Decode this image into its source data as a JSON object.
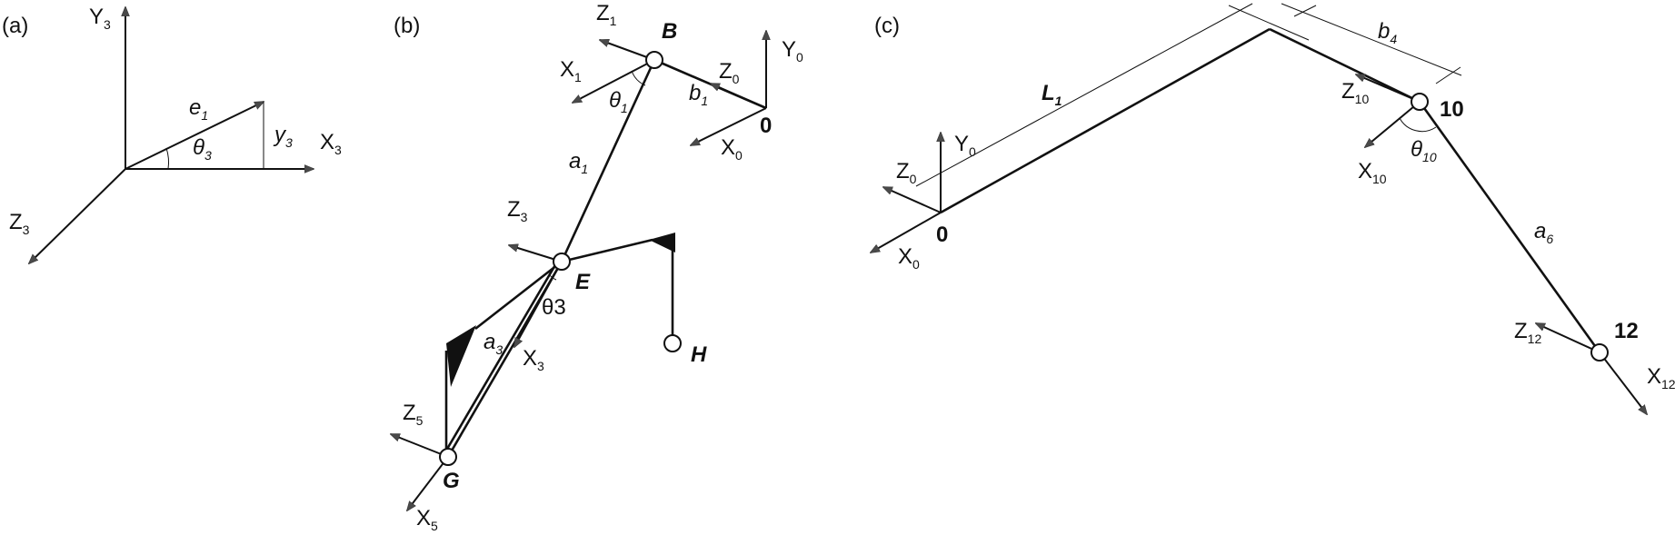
{
  "panels": {
    "a": {
      "tag": "(a)",
      "labels": {
        "Y3": {
          "main": "Y",
          "sub": "3"
        },
        "X3": {
          "main": "X",
          "sub": "3"
        },
        "Z3": {
          "main": "Z",
          "sub": "3"
        },
        "e1": {
          "main": "e",
          "sub": "1"
        },
        "y3": {
          "main": "y",
          "sub": "3"
        },
        "theta3": {
          "main": "θ",
          "sub": "3"
        }
      }
    },
    "b": {
      "tag": "(b)",
      "points": {
        "B": "B",
        "E": "E",
        "G": "G",
        "H": "H",
        "O": "0"
      },
      "labels": {
        "Z1": {
          "main": "Z",
          "sub": "1"
        },
        "X1": {
          "main": "X",
          "sub": "1"
        },
        "theta1": {
          "main": "θ",
          "sub": "1"
        },
        "Z0": {
          "main": "Z",
          "sub": "0"
        },
        "Y0": {
          "main": "Y",
          "sub": "0"
        },
        "b1": {
          "main": "b",
          "sub": "1"
        },
        "X0": {
          "main": "X",
          "sub": "0"
        },
        "a1": {
          "main": "a",
          "sub": "1"
        },
        "Z3": {
          "main": "Z",
          "sub": "3"
        },
        "theta3": "θ3",
        "a3": {
          "main": "a",
          "sub": "3"
        },
        "X3": {
          "main": "X",
          "sub": "3"
        },
        "Z5": {
          "main": "Z",
          "sub": "5"
        },
        "X5": {
          "main": "X",
          "sub": "5"
        }
      }
    },
    "c": {
      "tag": "(c)",
      "points": {
        "O": "0",
        "J10": "10",
        "J12": "12"
      },
      "labels": {
        "L1": {
          "main": "L",
          "sub": "1"
        },
        "b4": {
          "main": "b",
          "sub": "4"
        },
        "Z10": {
          "main": "Z",
          "sub": "10"
        },
        "X10": {
          "main": "X",
          "sub": "10"
        },
        "theta10": {
          "main": "θ",
          "sub": "10"
        },
        "a6": {
          "main": "a",
          "sub": "6"
        },
        "Z12": {
          "main": "Z",
          "sub": "12"
        },
        "X12": {
          "main": "X",
          "sub": "12"
        },
        "Y0": {
          "main": "Y",
          "sub": "0"
        },
        "Z0": {
          "main": "Z",
          "sub": "0"
        },
        "X0": {
          "main": "X",
          "sub": "0"
        }
      }
    }
  },
  "colors": {
    "line": "#111111",
    "arrow": "#4a4a4a",
    "background": "#ffffff"
  }
}
